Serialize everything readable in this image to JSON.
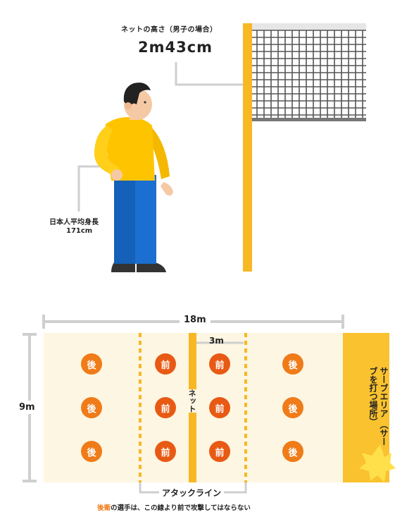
{
  "net_height": {
    "caption": "ネットの高さ（男子の場合）",
    "value": "2m43cm"
  },
  "person_height": {
    "caption": "日本人平均身長",
    "value": "171cm"
  },
  "court": {
    "length_label": "18m",
    "width_label": "9m",
    "front_zone_label": "3m",
    "net_label": "ネット",
    "serve_area_label": "サーブエリア",
    "serve_area_sub": "（サーブを打つ場所）",
    "attack_line_label": "アタックライン",
    "note_highlight": "後衛",
    "note_rest": "の選手は、この線より前で攻撃してはならない",
    "back_badge": "後",
    "front_badge": "前"
  },
  "colors": {
    "accent_orange": "#ef7b19",
    "front_orange": "#e85a14",
    "pole_yellow": "#f7b824",
    "court_fill": "#fdf6e2",
    "serve_yellow": "#f9c22e",
    "dim_gray": "#cfcfcf"
  }
}
